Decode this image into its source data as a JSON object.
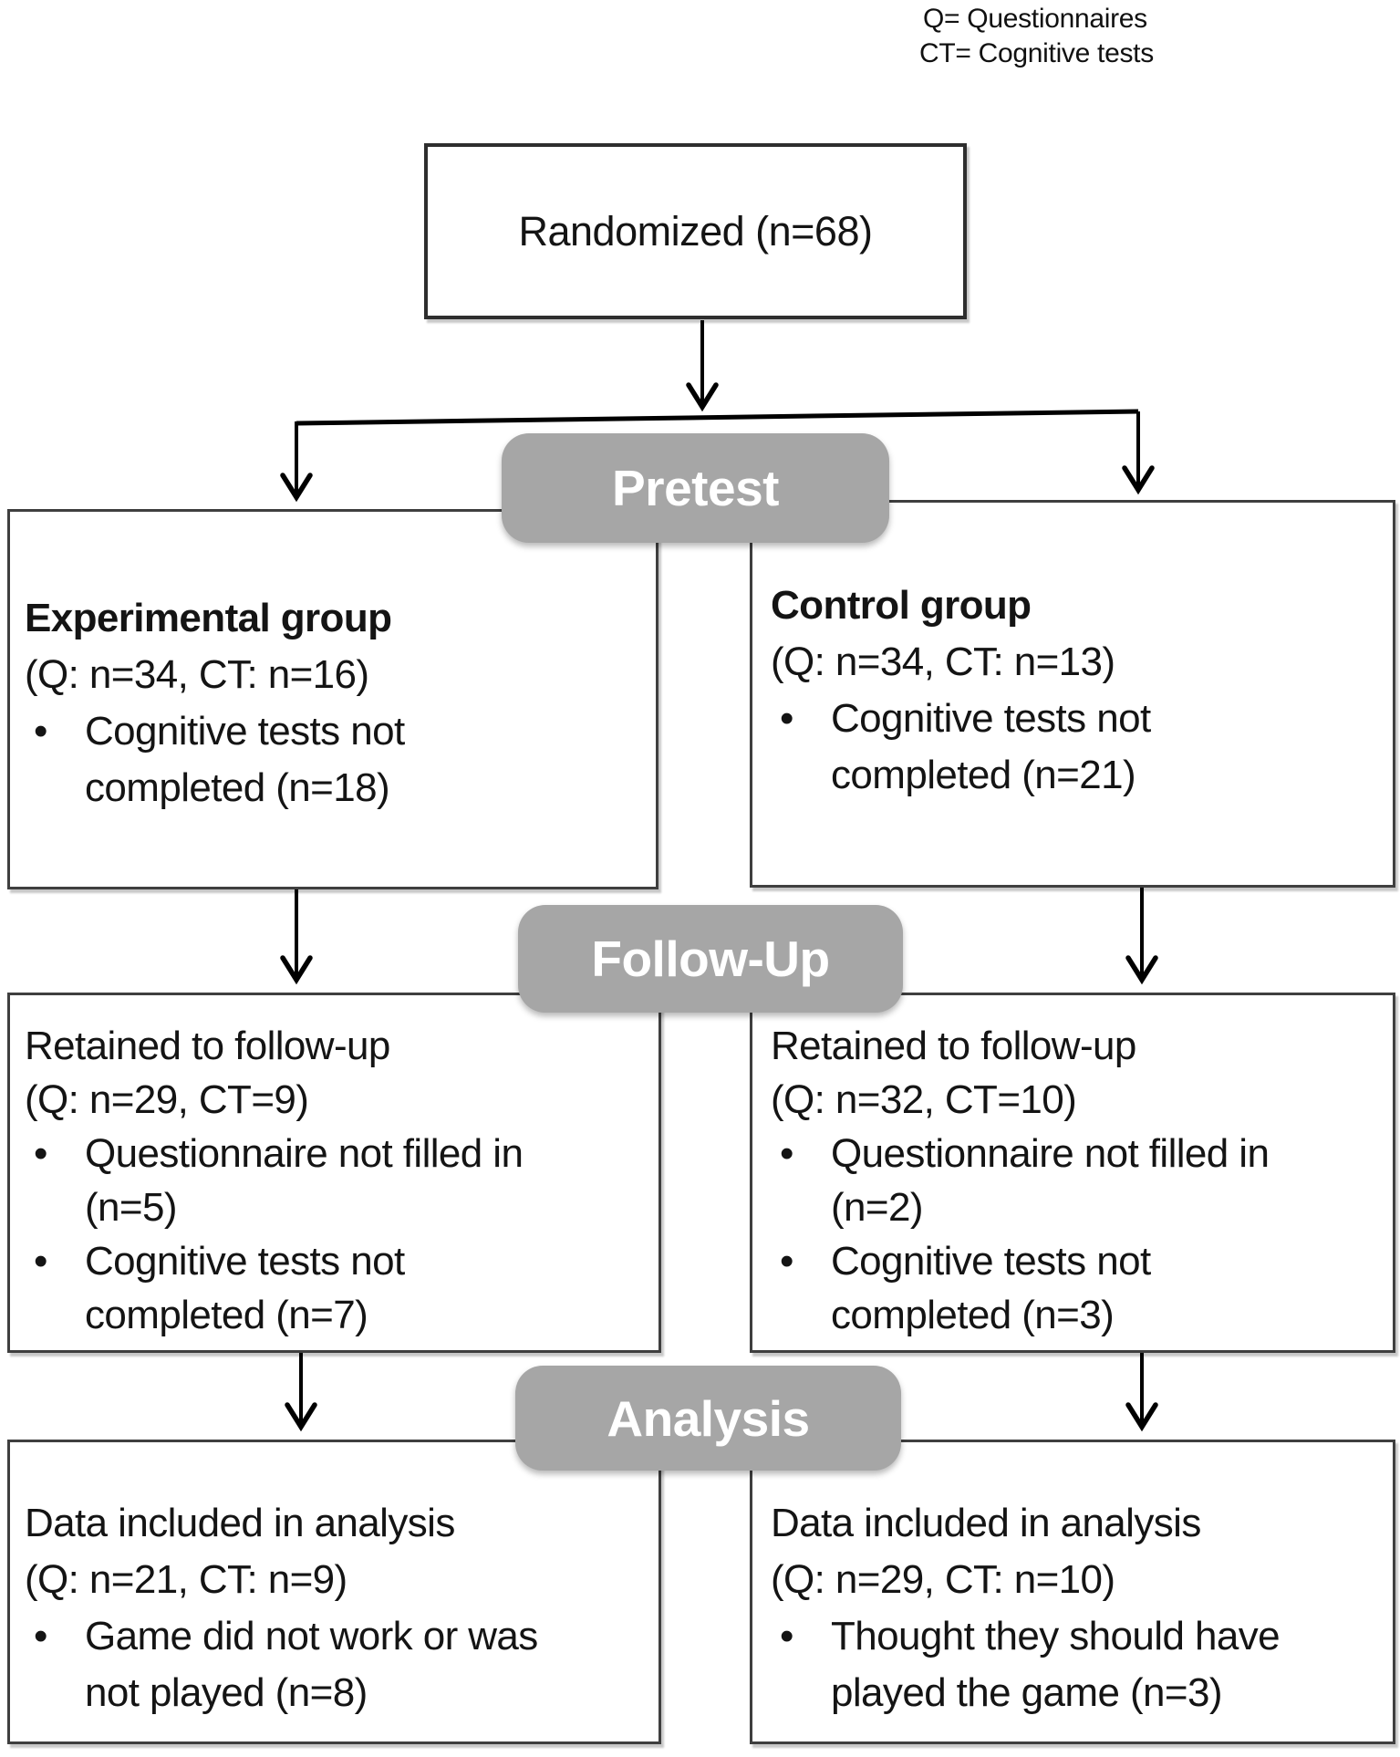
{
  "legend": {
    "line1": "Q= Questionnaires",
    "line2": "CT= Cognitive tests"
  },
  "randomized": {
    "label": "Randomized (n=68)"
  },
  "stages": {
    "pretest": "Pretest",
    "followup": "Follow-Up",
    "analysis": "Analysis"
  },
  "colors": {
    "stage_fill": "#a6a6a6",
    "stage_text": "#ffffff",
    "box_border": "#3f3f3f"
  },
  "boxes": {
    "experimental": {
      "title": "Experimental group",
      "subtitle": "(Q: n=34, CT: n=16)",
      "bullets": [
        "Cognitive tests not\ncompleted (n=18)"
      ]
    },
    "control": {
      "title": "Control group",
      "subtitle": "(Q: n=34, CT: n=13)",
      "bullets": [
        "Cognitive tests not\ncompleted (n=21)"
      ]
    },
    "followup_left": {
      "title": "Retained to follow-up",
      "subtitle": "(Q: n=29, CT=9)",
      "bullets": [
        "Questionnaire not filled in\n(n=5)",
        "Cognitive tests not\ncompleted (n=7)"
      ]
    },
    "followup_right": {
      "title": "Retained to follow-up",
      "subtitle": "(Q: n=32, CT=10)",
      "bullets": [
        "Questionnaire not filled in\n(n=2)",
        "Cognitive tests not\ncompleted (n=3)"
      ]
    },
    "analysis_left": {
      "title": "Data included in analysis",
      "subtitle": "(Q: n=21, CT: n=9)",
      "bullets": [
        "Game did not work or was\nnot played (n=8)"
      ]
    },
    "analysis_right": {
      "title": "Data included in analysis",
      "subtitle": "(Q: n=29, CT: n=10)",
      "bullets": [
        "Thought they should have\nplayed the game (n=3)"
      ]
    }
  }
}
